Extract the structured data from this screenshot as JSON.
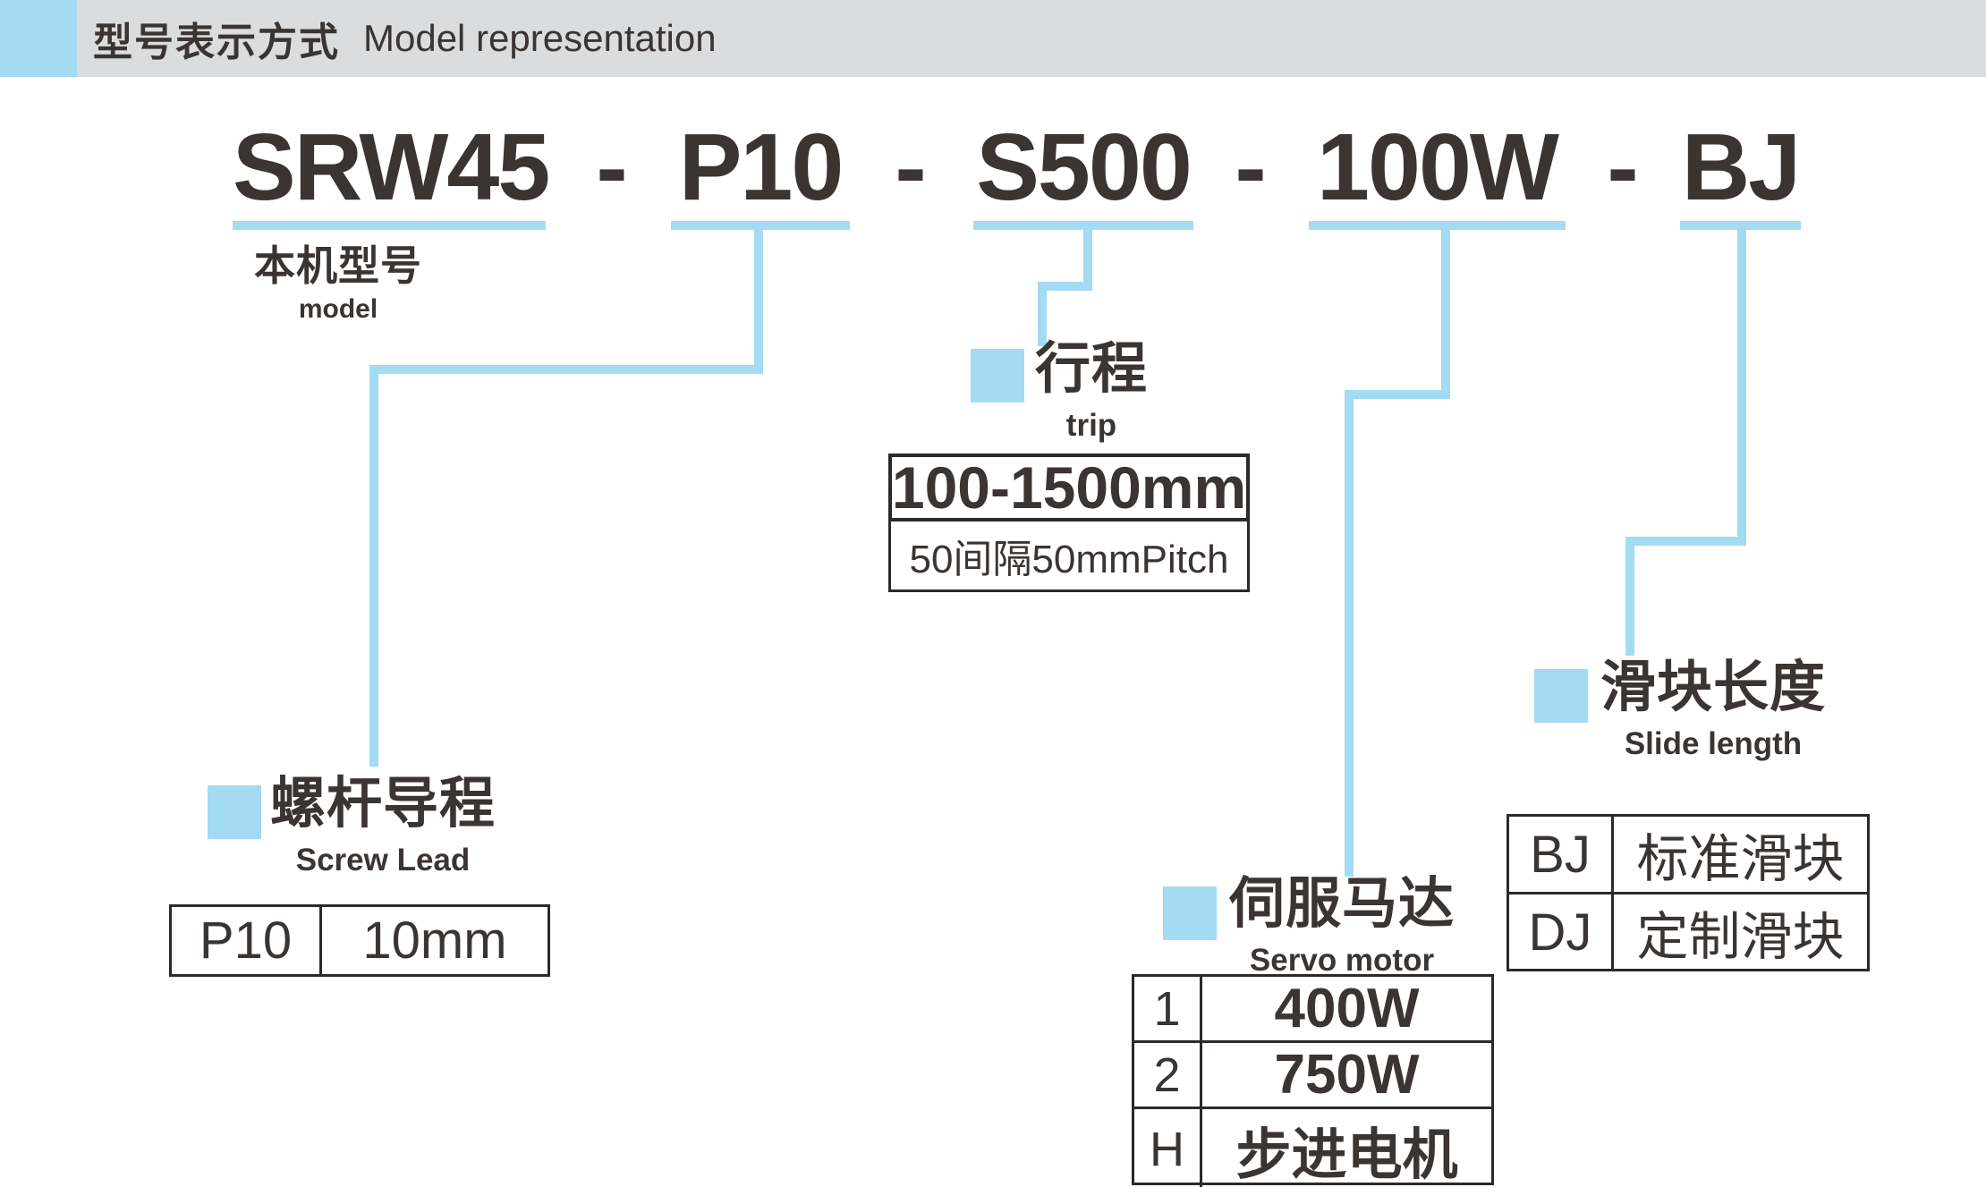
{
  "header": {
    "title_cn": "型号表示方式",
    "title_en": "Model representation"
  },
  "model_code": {
    "separator": "-",
    "segments": [
      {
        "text": "SRW45"
      },
      {
        "text": "P10"
      },
      {
        "text": "S500"
      },
      {
        "text": "100W"
      },
      {
        "text": "BJ"
      }
    ],
    "label_cn": "本机型号",
    "label_en": "model"
  },
  "sections": {
    "screw_lead": {
      "label_cn": "螺杆导程",
      "label_en": "Screw Lead",
      "table": [
        [
          "P10",
          "10mm"
        ]
      ]
    },
    "trip": {
      "label_cn": "行程",
      "label_en": "trip",
      "range": "100-1500mm",
      "pitch_note": "50间隔50mmPitch"
    },
    "servo_motor": {
      "label_cn": "伺服马达",
      "label_en": "Servo motor",
      "table": [
        [
          "1",
          "400W"
        ],
        [
          "2",
          "750W"
        ],
        [
          "H",
          "步进电机"
        ]
      ]
    },
    "slide_length": {
      "label_cn": "滑块长度",
      "label_en": "Slide length",
      "table": [
        [
          "BJ",
          "标准滑块"
        ],
        [
          "DJ",
          "定制滑块"
        ]
      ]
    }
  },
  "colors": {
    "accent_blue": "#A3DBF3",
    "header_gray": "#DBDCDD",
    "text_dark": "#3A3532"
  }
}
